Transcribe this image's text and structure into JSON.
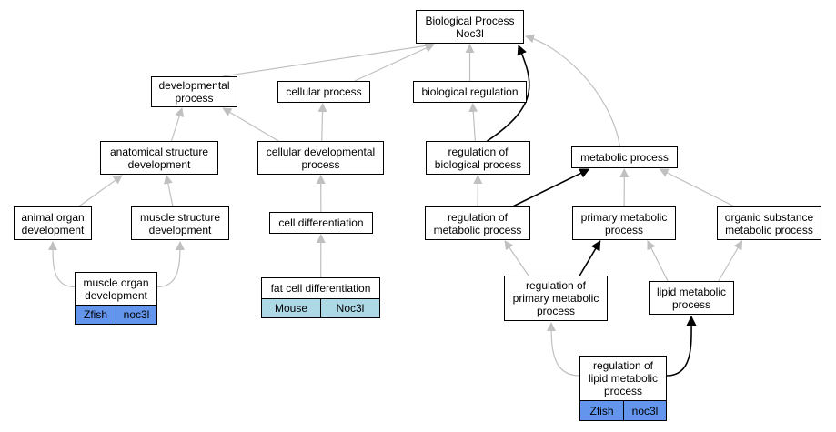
{
  "nodes": {
    "root": "Biological Process\nNoc3l",
    "developmental_process": "developmental\nprocess",
    "cellular_process": "cellular process",
    "biological_regulation": "biological regulation",
    "anatomical_structure_development": "anatomical structure\ndevelopment",
    "cellular_developmental_process": "cellular developmental\nprocess",
    "regulation_of_biological_process": "regulation of\nbiological process",
    "metabolic_process": "metabolic process",
    "animal_organ_development": "animal organ\ndevelopment",
    "muscle_structure_development": "muscle structure\ndevelopment",
    "cell_differentiation": "cell differentiation",
    "regulation_of_metabolic_process": "regulation of\nmetabolic process",
    "primary_metabolic_process": "primary metabolic\nprocess",
    "organic_substance_metabolic_process": "organic substance\nmetabolic process",
    "muscle_organ_development": "muscle organ\ndevelopment",
    "fat_cell_differentiation": "fat cell differentiation",
    "regulation_of_primary_metabolic_process": "regulation of\nprimary metabolic\nprocess",
    "lipid_metabolic_process": "lipid metabolic\nprocess",
    "regulation_of_lipid_metabolic_process": "regulation of\nlipid metabolic\nprocess"
  },
  "annotations": {
    "muscle_organ_development": {
      "species": "Zfish",
      "gene": "noc3l"
    },
    "fat_cell_differentiation": {
      "species": "Mouse",
      "gene": "Noc3l"
    },
    "regulation_of_lipid_metabolic_process": {
      "species": "Zfish",
      "gene": "noc3l"
    }
  },
  "colors": {
    "zfish": "#6495ed",
    "mouse": "#add8e6",
    "edge_inferred": "#c0c0c0",
    "edge_direct": "#000000"
  },
  "edges": [
    {
      "from": "developmental_process",
      "to": "root",
      "type": "inferred"
    },
    {
      "from": "cellular_process",
      "to": "root",
      "type": "inferred"
    },
    {
      "from": "biological_regulation",
      "to": "root",
      "type": "inferred"
    },
    {
      "from": "regulation_of_biological_process",
      "to": "root",
      "type": "direct"
    },
    {
      "from": "metabolic_process",
      "to": "root",
      "type": "inferred"
    },
    {
      "from": "anatomical_structure_development",
      "to": "developmental_process",
      "type": "inferred"
    },
    {
      "from": "cellular_developmental_process",
      "to": "developmental_process",
      "type": "inferred"
    },
    {
      "from": "cellular_developmental_process",
      "to": "cellular_process",
      "type": "inferred"
    },
    {
      "from": "regulation_of_biological_process",
      "to": "biological_regulation",
      "type": "inferred"
    },
    {
      "from": "animal_organ_development",
      "to": "anatomical_structure_development",
      "type": "inferred"
    },
    {
      "from": "muscle_structure_development",
      "to": "anatomical_structure_development",
      "type": "inferred"
    },
    {
      "from": "cell_differentiation",
      "to": "cellular_developmental_process",
      "type": "inferred"
    },
    {
      "from": "regulation_of_metabolic_process",
      "to": "regulation_of_biological_process",
      "type": "inferred"
    },
    {
      "from": "regulation_of_metabolic_process",
      "to": "metabolic_process",
      "type": "direct"
    },
    {
      "from": "primary_metabolic_process",
      "to": "metabolic_process",
      "type": "inferred"
    },
    {
      "from": "organic_substance_metabolic_process",
      "to": "metabolic_process",
      "type": "inferred"
    },
    {
      "from": "muscle_organ_development",
      "to": "animal_organ_development",
      "type": "inferred"
    },
    {
      "from": "muscle_organ_development",
      "to": "muscle_structure_development",
      "type": "inferred"
    },
    {
      "from": "fat_cell_differentiation",
      "to": "cell_differentiation",
      "type": "inferred"
    },
    {
      "from": "regulation_of_primary_metabolic_process",
      "to": "regulation_of_metabolic_process",
      "type": "inferred"
    },
    {
      "from": "regulation_of_primary_metabolic_process",
      "to": "primary_metabolic_process",
      "type": "direct"
    },
    {
      "from": "lipid_metabolic_process",
      "to": "primary_metabolic_process",
      "type": "inferred"
    },
    {
      "from": "lipid_metabolic_process",
      "to": "organic_substance_metabolic_process",
      "type": "inferred"
    },
    {
      "from": "regulation_of_lipid_metabolic_process",
      "to": "regulation_of_primary_metabolic_process",
      "type": "inferred"
    },
    {
      "from": "regulation_of_lipid_metabolic_process",
      "to": "lipid_metabolic_process",
      "type": "direct"
    }
  ]
}
